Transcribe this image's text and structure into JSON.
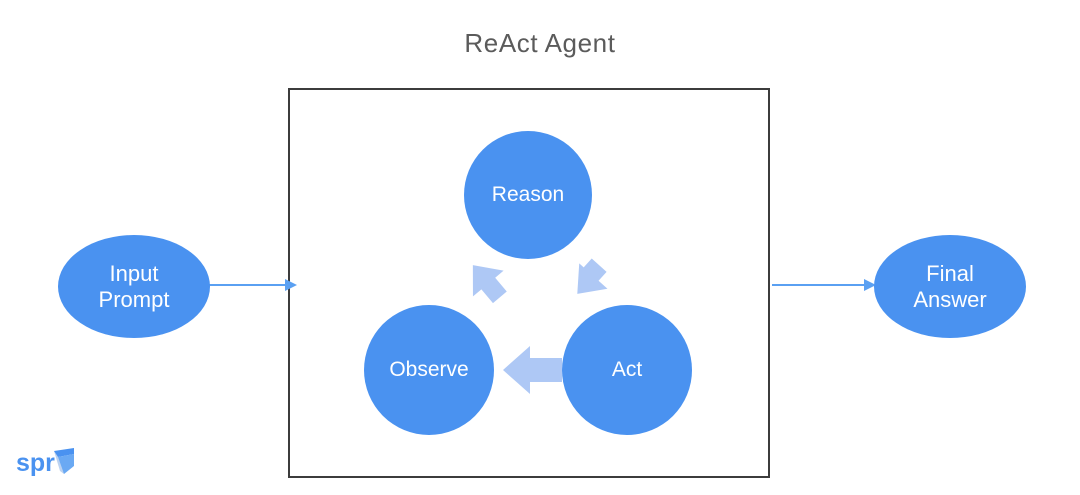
{
  "diagram": {
    "title": "ReAct Agent",
    "title_color": "#5b5b5b",
    "background": "#ffffff",
    "accent_blue": "#4a92f0",
    "arrow_blue": "#aec8f5",
    "box_border_color": "#3c3c3c",
    "node_text_color": "#ffffff"
  },
  "nodes": {
    "input_prompt": {
      "label": "Input\nPrompt",
      "shape": "ellipse"
    },
    "final_answer": {
      "label": "Final\nAnswer",
      "shape": "ellipse"
    },
    "reason": {
      "label": "Reason",
      "shape": "circle"
    },
    "act": {
      "label": "Act",
      "shape": "circle"
    },
    "observe": {
      "label": "Observe",
      "shape": "circle"
    }
  },
  "connectors": [
    {
      "name": "input-to-agent",
      "from": "Input Prompt",
      "to": "ReAct Agent",
      "direction": "right"
    },
    {
      "name": "agent-to-output",
      "from": "ReAct Agent",
      "to": "Final Answer",
      "direction": "right"
    }
  ],
  "cycle_arrows": [
    {
      "name": "reason-to-act",
      "from": "Reason",
      "to": "Act"
    },
    {
      "name": "act-to-observe",
      "from": "Act",
      "to": "Observe"
    },
    {
      "name": "observe-to-reason",
      "from": "Observe",
      "to": "Reason"
    }
  ],
  "logo": {
    "wordmark": "spr",
    "color": "#4a92f0"
  }
}
